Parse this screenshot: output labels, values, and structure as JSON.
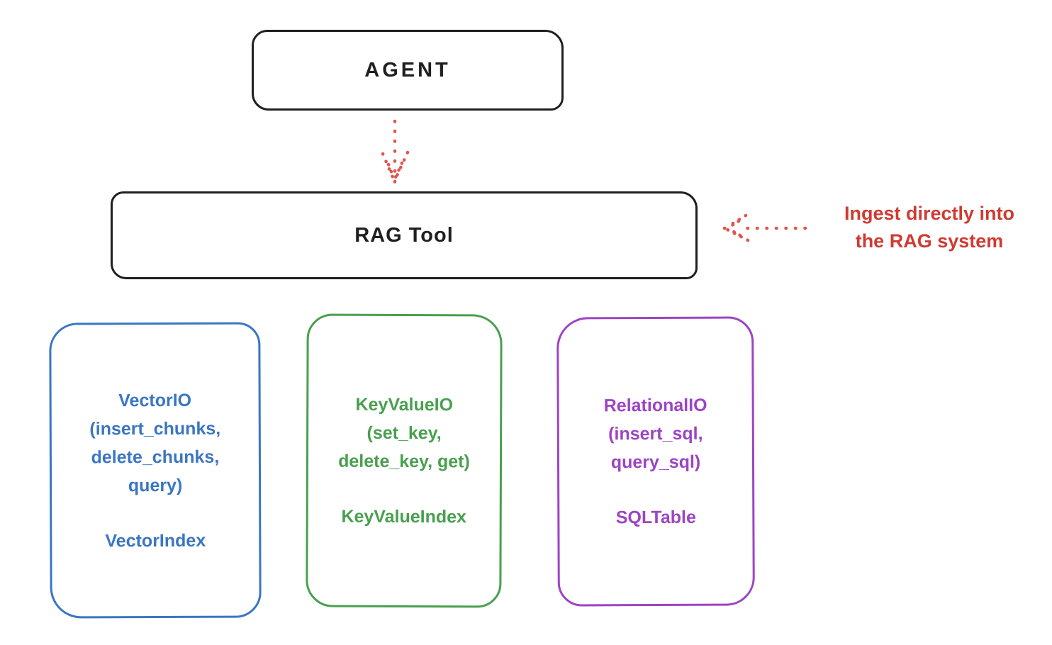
{
  "colors": {
    "ink": "#1f1f1f",
    "red_arrow": "#e0554c",
    "red_text": "#cf3b32",
    "blue": "#3a76c2",
    "green": "#48a04e",
    "purple": "#9d44c4",
    "background": "#ffffff"
  },
  "diagram": {
    "agent": {
      "label": "AGENT"
    },
    "rag_tool": {
      "label": "RAG Tool"
    },
    "annotation": {
      "line1": "Ingest directly into",
      "line2": "the RAG system"
    },
    "arrows": [
      {
        "name": "agent-to-rag-tool",
        "style": "dotted",
        "direction": "down"
      },
      {
        "name": "ingest-into-rag",
        "style": "dotted",
        "direction": "left"
      }
    ],
    "storage_boxes": [
      {
        "title": "VectorIO",
        "methods": [
          "(insert_chunks,",
          "delete_chunks,",
          "query)"
        ],
        "index": "VectorIndex",
        "color": "#3a76c2"
      },
      {
        "title": "KeyValueIO",
        "methods": [
          "(set_key,",
          "delete_key, get)"
        ],
        "index": "KeyValueIndex",
        "color": "#48a04e"
      },
      {
        "title": "RelationalIO",
        "methods": [
          "(insert_sql,",
          "query_sql)"
        ],
        "index": "SQLTable",
        "color": "#9d44c4"
      }
    ]
  }
}
